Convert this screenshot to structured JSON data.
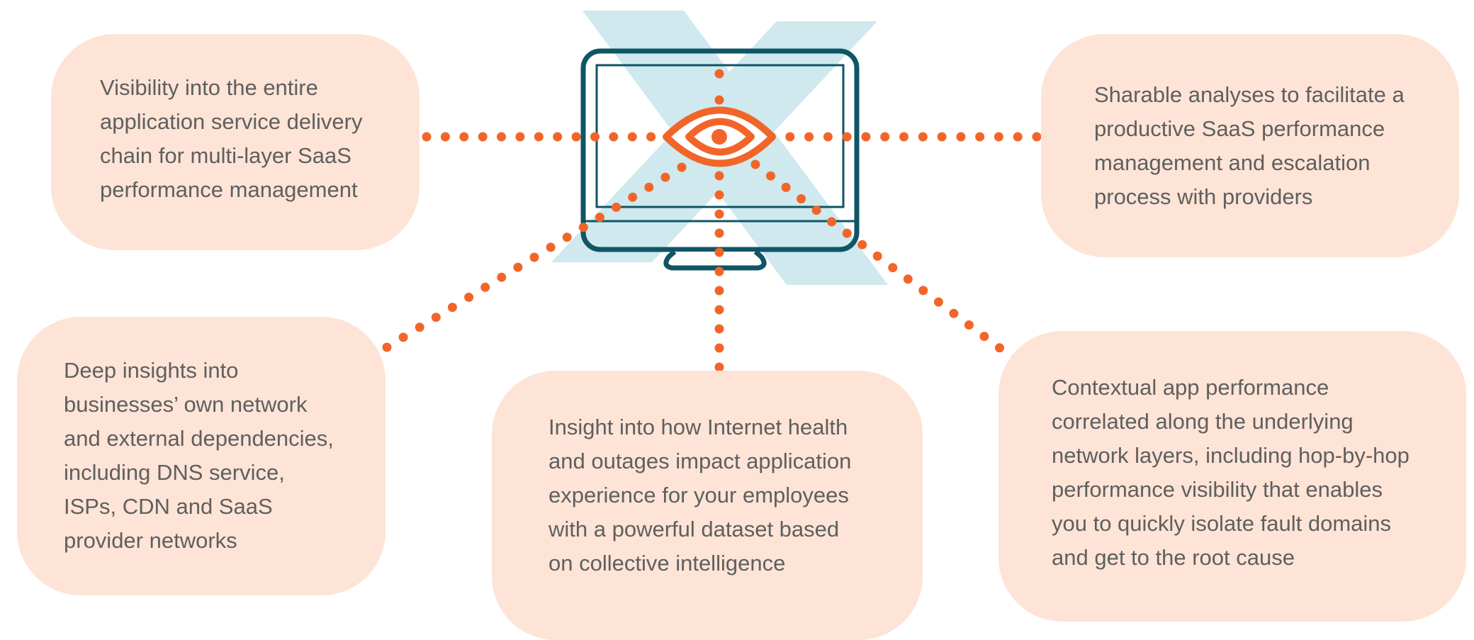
{
  "colors": {
    "card_background": "#fde4d6",
    "text": "#5f5f5f",
    "accent_orange": "#f26529",
    "monitor_outline": "#0f5566",
    "x_watermark": "#cfe9ee"
  },
  "icons": {
    "center": "monitor-with-eye-icon",
    "background": "x-logo-watermark"
  },
  "cards": {
    "top_left": "Visibility into the entire\napplication service delivery\nchain for multi-layer SaaS\nperformance management",
    "top_right": "Sharable analyses to facilitate a\nproductive SaaS performance\nmanagement and escalation\nprocess with providers",
    "bottom_left": "Deep insights into\nbusinesses’ own network\nand external dependencies,\nincluding DNS service,\nISPs, CDN and SaaS\nprovider networks",
    "bottom_center": "Insight into how Internet health\nand outages impact application\nexperience for your employees\nwith a powerful dataset based\non collective intelligence",
    "bottom_right": "Contextual app performance\ncorrelated along the underlying\nnetwork layers, including hop-by-hop\nperformance visibility that enables\nyou to quickly isolate fault domains\nand get to the root cause"
  }
}
